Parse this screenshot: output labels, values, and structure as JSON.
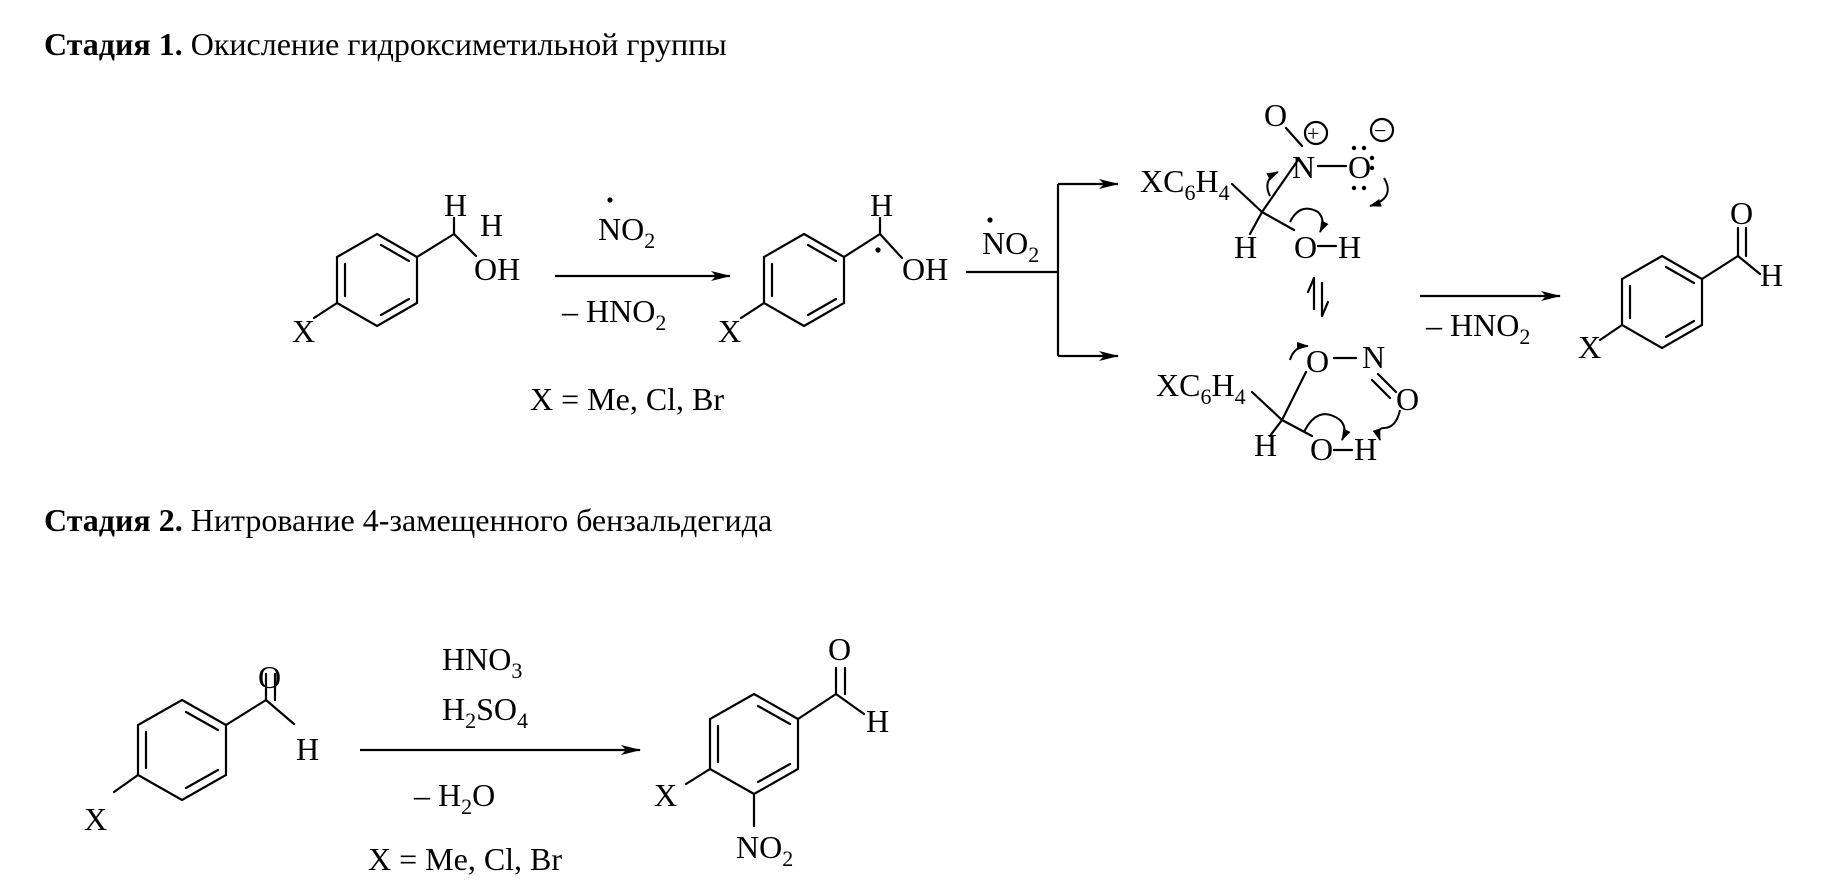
{
  "stage1": {
    "label": "Стадия 1.",
    "title": "Окисление гидроксиметильной группы",
    "reagent1": "NO2",
    "byproduct1": "– HNO2",
    "x_condition": "X = Me, Cl, Br",
    "reagent2": "NO2",
    "byproduct2": "– HNO2",
    "intermediate_label": "XC6H4"
  },
  "stage2": {
    "label": "Стадия 2.",
    "title": "Нитрование 4-замещенного бензальдегида",
    "reagents": [
      "HNO3",
      "H2SO4"
    ],
    "byproduct": "– H2O",
    "x_condition": "X = Me, Cl, Br"
  },
  "atoms": {
    "X": "X",
    "H": "H",
    "OH": "OH",
    "O": "O",
    "N": "N",
    "NO2": "NO2",
    "plus": "+",
    "minus": "−"
  }
}
